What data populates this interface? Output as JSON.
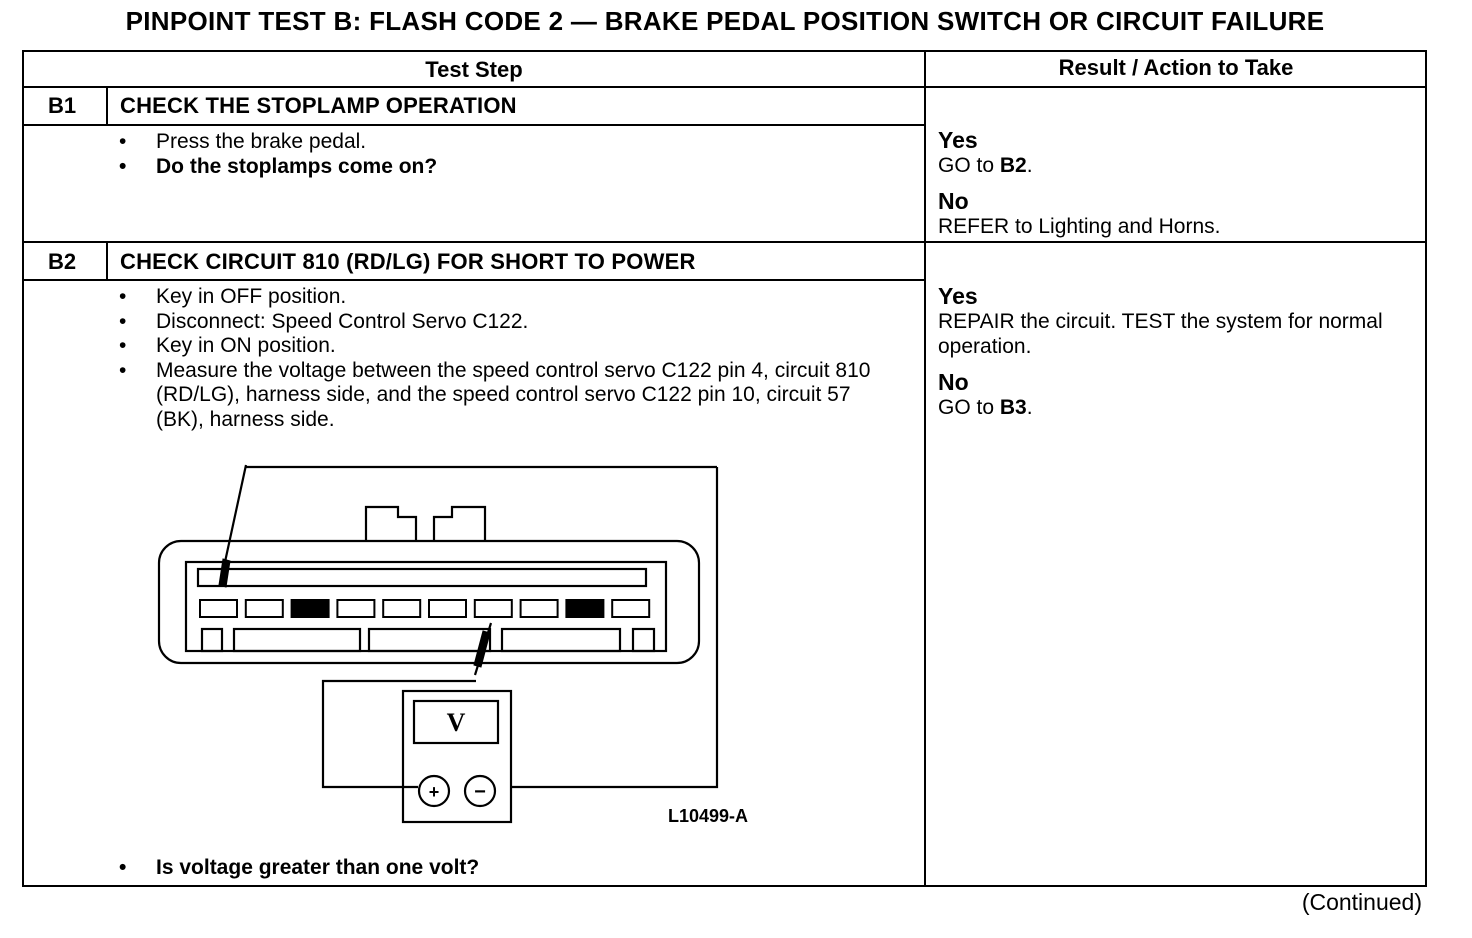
{
  "title": "PINPOINT TEST B: FLASH CODE 2 — BRAKE PEDAL POSITION SWITCH OR CIRCUIT FAILURE",
  "headers": {
    "test_step": "Test Step",
    "result": "Result / Action to Take"
  },
  "b1": {
    "id": "B1",
    "title": "CHECK THE STOPLAMP OPERATION",
    "steps": [
      "Press the brake pedal.",
      "Do the stoplamps come on?"
    ],
    "yes_label": "Yes",
    "yes_pre": "GO to ",
    "yes_ref": "B2",
    "yes_post": ".",
    "no_label": "No",
    "no_text": "REFER to Lighting and Horns."
  },
  "b2": {
    "id": "B2",
    "title": "CHECK CIRCUIT 810 (RD/LG) FOR SHORT TO POWER",
    "steps": [
      "Key in OFF position.",
      "Disconnect: Speed Control Servo C122.",
      "Key in ON position.",
      "Measure the voltage between the speed control servo C122 pin 4, circuit 810 (RD/LG), harness side, and the speed control servo C122 pin 10, circuit 57 (BK), harness side."
    ],
    "question": "Is voltage greater than one volt?",
    "yes_label": "Yes",
    "yes_text": "REPAIR the circuit. TEST the system for normal operation.",
    "no_label": "No",
    "no_pre": "GO to ",
    "no_ref": "B3",
    "no_post": "."
  },
  "figure": {
    "label": "L10499-A",
    "meter_display": "V",
    "plus": "+",
    "minus": "−"
  },
  "footer": {
    "continued": "(Continued)"
  }
}
